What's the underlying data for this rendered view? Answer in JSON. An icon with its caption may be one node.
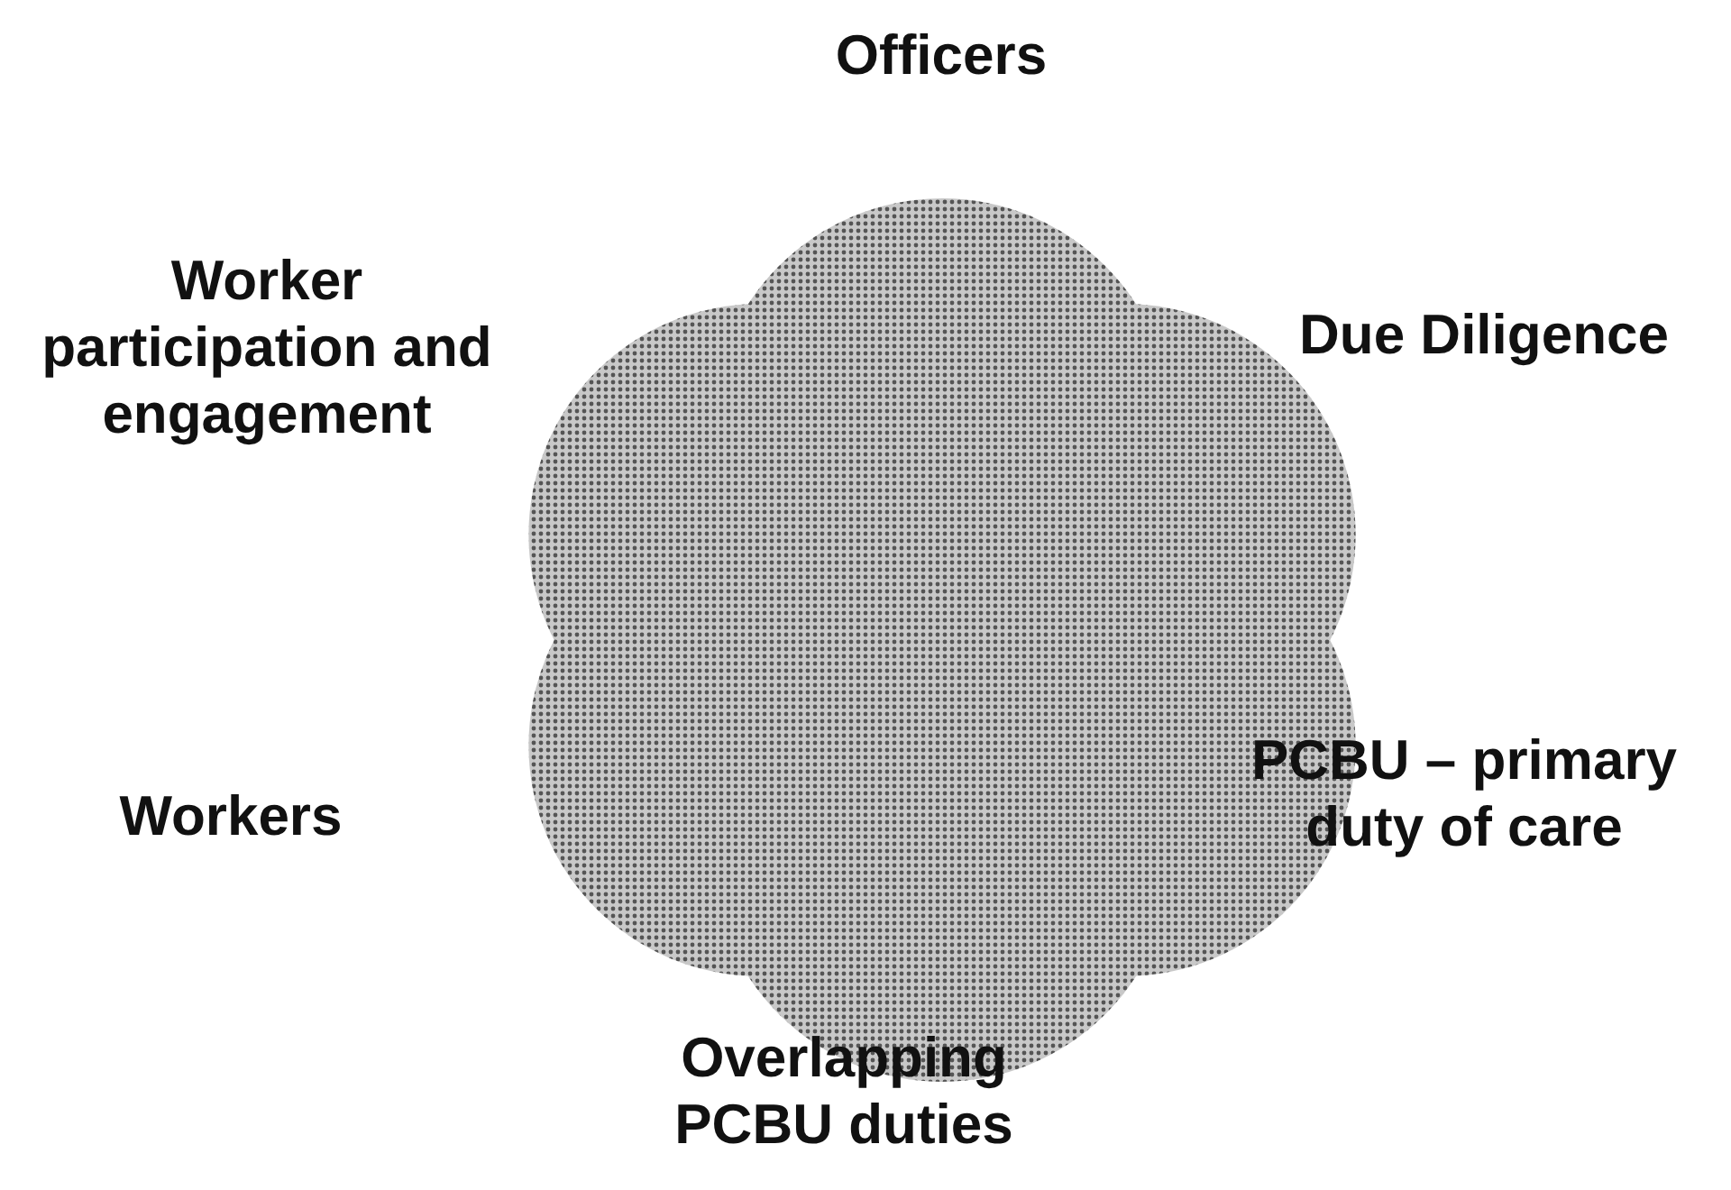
{
  "diagram": {
    "nodes": [
      {
        "text": [],
        "shape": "cloud"
      }
    ],
    "labels": [
      "Officers",
      "Worker participation and engagement",
      "Due Diligence",
      "Workers",
      "PCBU – primary duty of care",
      "Overlapping PCBU duties"
    ]
  }
}
